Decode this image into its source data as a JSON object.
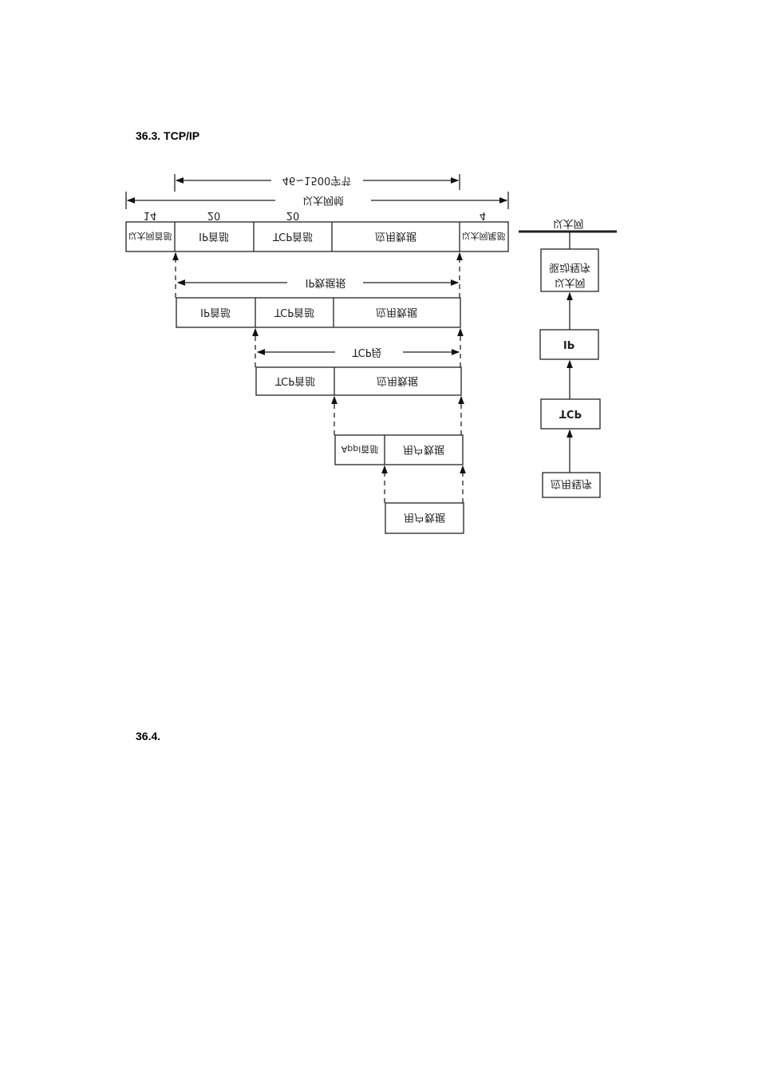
{
  "sections": [
    {
      "heading": "36.3. TCP/IP"
    },
    {
      "heading": "36.4."
    }
  ],
  "diagram": {
    "frame_span_label": "以太网帧",
    "payload_span_label": "46~1500字节",
    "byte_counts": [
      "14",
      "20",
      "20",
      "4"
    ],
    "ethernet_frame": [
      "以太网首部",
      "IP首部",
      "TCP首部",
      "应用数据",
      "以太网尾部"
    ],
    "ip_datagram_label": "IP数据报",
    "ip_datagram": [
      "IP首部",
      "TCP首部",
      "应用数据"
    ],
    "tcp_segment_label": "TCP段",
    "tcp_segment": [
      "TCP首部",
      "应用数据"
    ],
    "app_layer": [
      "Appl首部",
      "用户数据"
    ],
    "user_data": "用户数据",
    "stack": {
      "network_label": "以太网",
      "driver": [
        "以太网",
        "驱动程序"
      ],
      "ip": "IP",
      "tcp": "TCP",
      "app": "应用程序"
    }
  }
}
